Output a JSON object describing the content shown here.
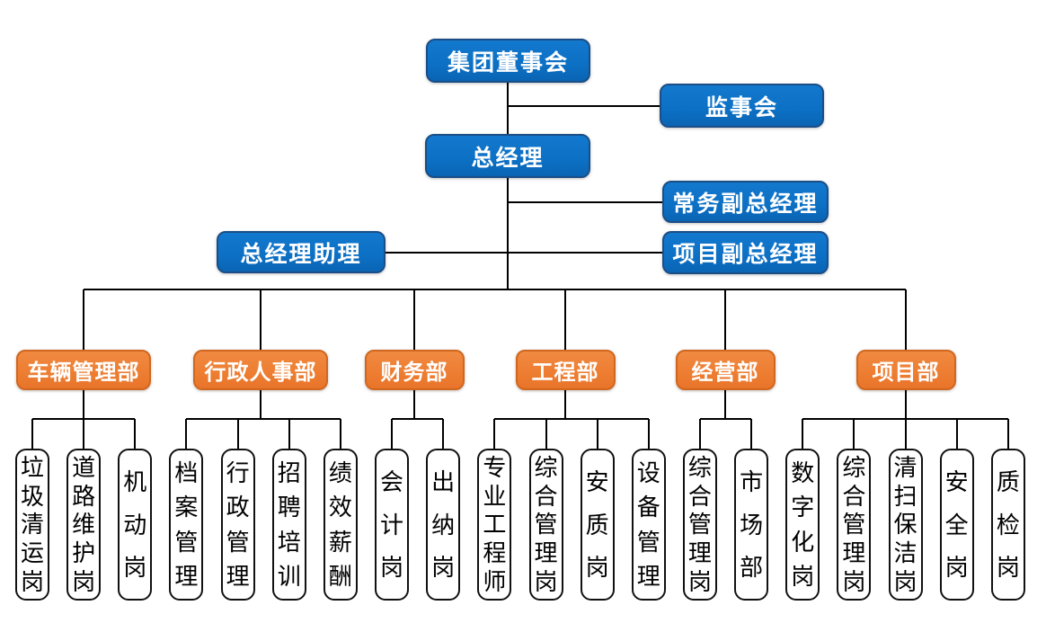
{
  "colors": {
    "blue": "#0c70c4",
    "blue_light": "#1379ce",
    "blue_dark": "#0a64b4",
    "blue_border": "#1b4e86",
    "orange": "#ed7d31",
    "orange_light": "#f08a42",
    "orange_dark": "#e8742a",
    "orange_border": "#d0671f",
    "connector": "#000000",
    "leaf_border": "#111111",
    "leaf_background": "#ffffff",
    "text_on_color": "#ffffff",
    "leaf_text": "#000000"
  },
  "executives": [
    {
      "id": "group-board",
      "label": "集团董事会"
    },
    {
      "id": "supervisory-board",
      "label": "监事会"
    },
    {
      "id": "general-manager",
      "label": "总经理"
    },
    {
      "id": "executive-deputy-gm",
      "label": "常务副总经理"
    },
    {
      "id": "gm-assistant",
      "label": "总经理助理"
    },
    {
      "id": "project-deputy-gm",
      "label": "项目副总经理"
    }
  ],
  "departments": [
    {
      "id": "vehicle-management",
      "label": "车辆管理部",
      "positions": [
        "垃圾清运岗",
        "道路维护岗",
        "机动岗"
      ]
    },
    {
      "id": "admin-hr",
      "label": "行政人事部",
      "positions": [
        "档案管理",
        "行政管理",
        "招聘培训",
        "绩效薪酬"
      ]
    },
    {
      "id": "finance",
      "label": "财务部",
      "positions": [
        "会计岗",
        "出纳岗"
      ]
    },
    {
      "id": "engineering",
      "label": "工程部",
      "positions": [
        "专业工程师",
        "综合管理岗",
        "安质岗",
        "设备管理"
      ]
    },
    {
      "id": "operations",
      "label": "经营部",
      "positions": [
        "综合管理岗",
        "市场部"
      ]
    },
    {
      "id": "project",
      "label": "项目部",
      "positions": [
        "数字化岗",
        "综合管理岗",
        "清扫保洁岗",
        "安全岗",
        "质检岗"
      ]
    }
  ]
}
